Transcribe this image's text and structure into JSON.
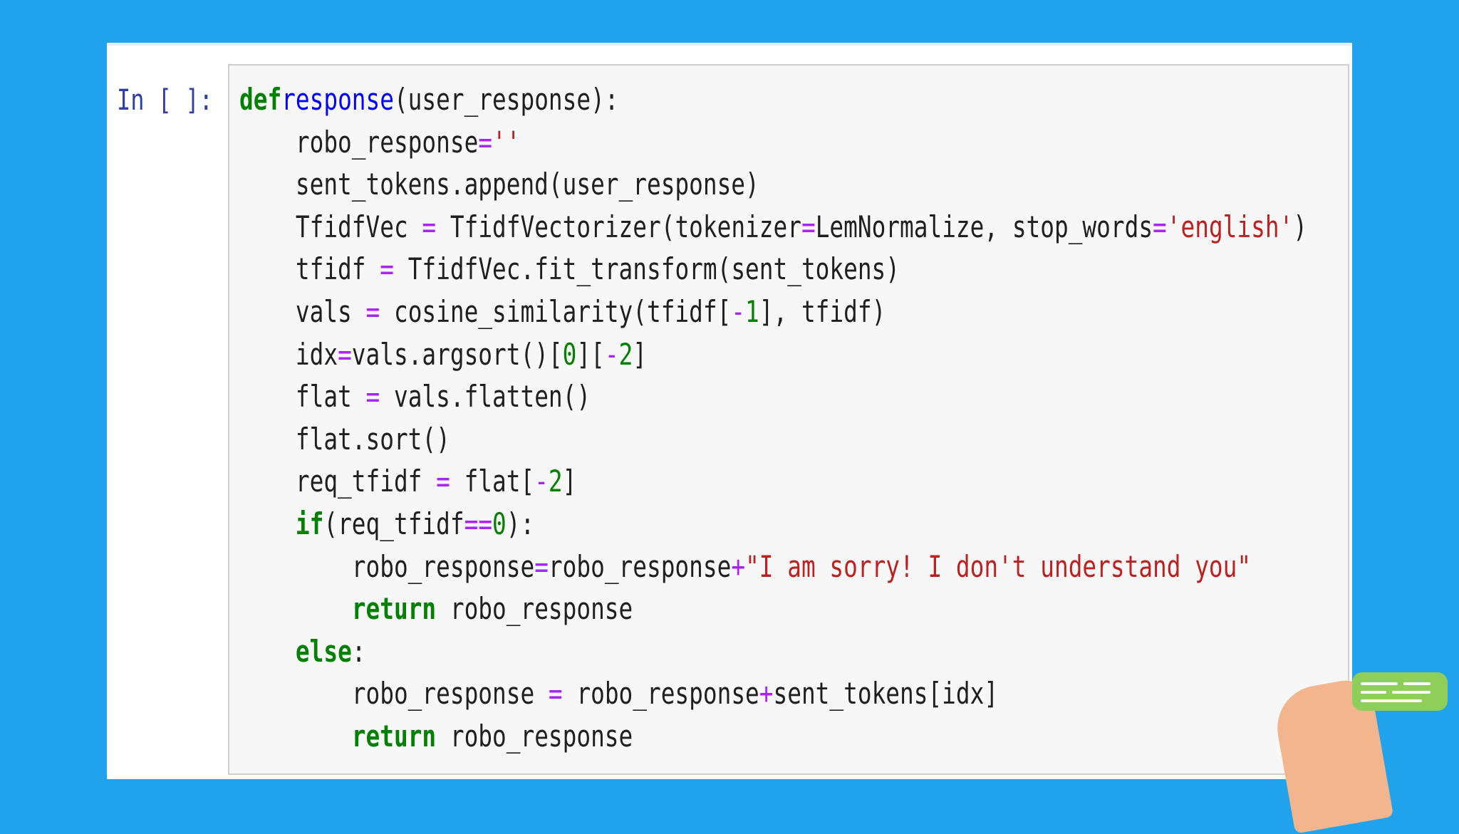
{
  "cell": {
    "prompt": "In [ ]:",
    "lines": [
      [
        [
          "k",
          "def"
        ],
        [
          "",
          ""
        ],
        [
          "f",
          "response"
        ],
        [
          "",
          "(user_response):"
        ]
      ],
      [
        [
          "",
          "    robo_response"
        ],
        [
          "o",
          "="
        ],
        [
          "s",
          "''"
        ]
      ],
      [
        [
          "",
          "    sent_tokens.append(user_response)"
        ]
      ],
      [
        [
          "",
          "    TfidfVec "
        ],
        [
          "o",
          "="
        ],
        [
          "",
          " TfidfVectorizer(tokenizer"
        ],
        [
          "o",
          "="
        ],
        [
          "",
          "LemNormalize, stop_words"
        ],
        [
          "o",
          "="
        ],
        [
          "s",
          "'english'"
        ],
        [
          "",
          ")"
        ]
      ],
      [
        [
          "",
          "    tfidf "
        ],
        [
          "o",
          "="
        ],
        [
          "",
          " TfidfVec.fit_transform(sent_tokens)"
        ]
      ],
      [
        [
          "",
          "    vals "
        ],
        [
          "o",
          "="
        ],
        [
          "",
          " cosine_similarity(tfidf["
        ],
        [
          "o",
          "-"
        ],
        [
          "n",
          "1"
        ],
        [
          "",
          "], tfidf)"
        ]
      ],
      [
        [
          "",
          "    idx"
        ],
        [
          "o",
          "="
        ],
        [
          "",
          "vals.argsort()["
        ],
        [
          "n",
          "0"
        ],
        [
          "",
          "]["
        ],
        [
          "o",
          "-"
        ],
        [
          "n",
          "2"
        ],
        [
          "",
          "]"
        ]
      ],
      [
        [
          "",
          "    flat "
        ],
        [
          "o",
          "="
        ],
        [
          "",
          " vals.flatten()"
        ]
      ],
      [
        [
          "",
          "    flat.sort()"
        ]
      ],
      [
        [
          "",
          "    req_tfidf "
        ],
        [
          "o",
          "="
        ],
        [
          "",
          " flat["
        ],
        [
          "o",
          "-"
        ],
        [
          "n",
          "2"
        ],
        [
          "",
          "]"
        ]
      ],
      [
        [
          "",
          "    "
        ],
        [
          "k",
          "if"
        ],
        [
          "",
          "(req_tfidf"
        ],
        [
          "o",
          "=="
        ],
        [
          "n",
          "0"
        ],
        [
          "",
          "):"
        ]
      ],
      [
        [
          "",
          "        robo_response"
        ],
        [
          "o",
          "="
        ],
        [
          "",
          "robo_response"
        ],
        [
          "o",
          "+"
        ],
        [
          "s",
          "\"I am sorry! I don't understand you\""
        ]
      ],
      [
        [
          "",
          "        "
        ],
        [
          "k",
          "return"
        ],
        [
          "",
          " robo_response"
        ]
      ],
      [
        [
          "",
          "    "
        ],
        [
          "k",
          "else"
        ],
        [
          "",
          ":"
        ]
      ],
      [
        [
          "",
          "        robo_response "
        ],
        [
          "o",
          "="
        ],
        [
          "",
          " robo_response"
        ],
        [
          "o",
          "+"
        ],
        [
          "",
          "sent_tokens[idx]"
        ]
      ],
      [
        [
          "",
          "        "
        ],
        [
          "k",
          "return"
        ],
        [
          "",
          " robo_response"
        ]
      ]
    ]
  },
  "colors": {
    "background": "#21a3eb",
    "keyword": "#008000",
    "function_name": "#0000ff",
    "operator": "#aa22ff",
    "string": "#ba2121",
    "number": "#008000",
    "prompt": "#303f9f"
  },
  "decorations": {
    "hand_icon": "hand-holding-chat",
    "bubble_icon": "chat-bubble"
  }
}
